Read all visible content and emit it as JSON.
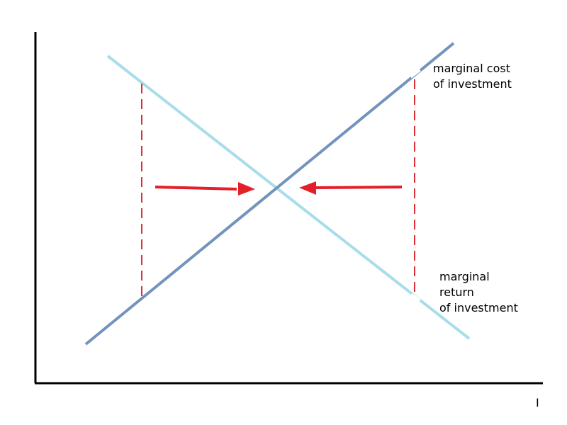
{
  "axes": {
    "x_label": "I"
  },
  "curves": {
    "marginal_cost": {
      "label_line1": "marginal cost",
      "label_line2": "of investment",
      "color": "#7393bd"
    },
    "marginal_return": {
      "label_line1": "marginal",
      "label_line2": "return",
      "label_line3": "of investment",
      "color": "#a8dde9"
    }
  },
  "annotations": {
    "arrow_color": "#e3202a",
    "gap_line_color": "#d9333a"
  }
}
